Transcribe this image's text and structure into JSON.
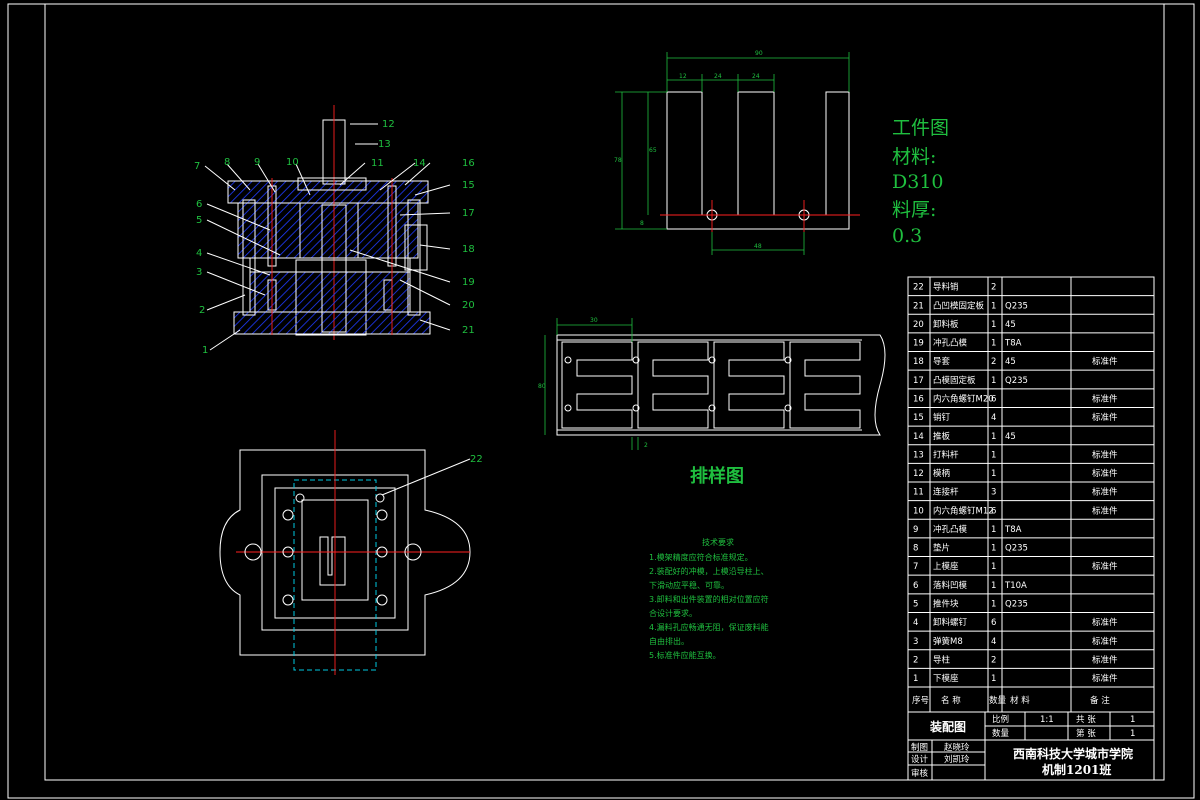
{
  "workpiece": {
    "title_lines": [
      "工件图",
      "材料:",
      "D310",
      "料厚:",
      "0.3"
    ],
    "dims": {
      "overall": "90",
      "d12": "12",
      "d24a": "24",
      "d24b": "24",
      "height": "78",
      "inner": "65",
      "hole_spacing": "48",
      "small": "8"
    }
  },
  "layout_view": {
    "title": "排样图",
    "dims": {
      "pitch": "30",
      "width": "80",
      "gap": "2"
    }
  },
  "tech_requirements": {
    "title": "技术要求",
    "lines": [
      "1.模架精度应符合标准规定。",
      "2.装配好的冲模，上模沿导柱上、",
      "下滑动应平稳、可靠。",
      "3.卸料和出件装置的相对位置应符",
      "合设计要求。",
      "4.漏料孔应畅通无阻，保证废料能",
      "自由排出。",
      "5.标准件应能互换。"
    ]
  },
  "part_callouts": {
    "left": [
      "7",
      "8",
      "9",
      "10",
      "11",
      "14",
      "6",
      "5",
      "4",
      "3",
      "2",
      "1"
    ],
    "right": [
      "12",
      "13",
      "16",
      "15",
      "17",
      "18",
      "19",
      "20",
      "21"
    ],
    "plan": [
      "22"
    ]
  },
  "bom": {
    "rows": [
      {
        "no": "22",
        "name": "导料销",
        "qty": "2",
        "material": "",
        "note": ""
      },
      {
        "no": "21",
        "name": "凸凹模固定板",
        "qty": "1",
        "material": "Q235",
        "note": ""
      },
      {
        "no": "20",
        "name": "卸料板",
        "qty": "1",
        "material": "45",
        "note": ""
      },
      {
        "no": "19",
        "name": "冲孔凸模",
        "qty": "1",
        "material": "T8A",
        "note": ""
      },
      {
        "no": "18",
        "name": "导套",
        "qty": "2",
        "material": "45",
        "note": "标准件"
      },
      {
        "no": "17",
        "name": "凸模固定板",
        "qty": "1",
        "material": "Q235",
        "note": ""
      },
      {
        "no": "16",
        "name": "内六角螺钉M20",
        "qty": "6",
        "material": "",
        "note": "标准件"
      },
      {
        "no": "15",
        "name": "销钉",
        "qty": "4",
        "material": "",
        "note": "标准件"
      },
      {
        "no": "14",
        "name": "推板",
        "qty": "1",
        "material": "45",
        "note": ""
      },
      {
        "no": "13",
        "name": "打料杆",
        "qty": "1",
        "material": "",
        "note": "标准件"
      },
      {
        "no": "12",
        "name": "模柄",
        "qty": "1",
        "material": "",
        "note": "标准件"
      },
      {
        "no": "11",
        "name": "连接杆",
        "qty": "3",
        "material": "",
        "note": "标准件"
      },
      {
        "no": "10",
        "name": "内六角螺钉M12",
        "qty": "6",
        "material": "",
        "note": "标准件"
      },
      {
        "no": "9",
        "name": "冲孔凸模",
        "qty": "1",
        "material": "T8A",
        "note": ""
      },
      {
        "no": "8",
        "name": "垫片",
        "qty": "1",
        "material": "Q235",
        "note": ""
      },
      {
        "no": "7",
        "name": "上模座",
        "qty": "1",
        "material": "",
        "note": "标准件"
      },
      {
        "no": "6",
        "name": "落料凹模",
        "qty": "1",
        "material": "T10A",
        "note": ""
      },
      {
        "no": "5",
        "name": "推件块",
        "qty": "1",
        "material": "Q235",
        "note": ""
      },
      {
        "no": "4",
        "name": "卸料螺钉",
        "qty": "6",
        "material": "",
        "note": "标准件"
      },
      {
        "no": "3",
        "name": "弹簧M8",
        "qty": "4",
        "material": "",
        "note": "标准件"
      },
      {
        "no": "2",
        "name": "导柱",
        "qty": "2",
        "material": "",
        "note": "标准件"
      },
      {
        "no": "1",
        "name": "下模座",
        "qty": "1",
        "material": "",
        "note": "标准件"
      }
    ],
    "header": {
      "no": "序号",
      "name": "名 称",
      "qty": "数量",
      "material": "材 料",
      "note": "备 注"
    }
  },
  "title_block": {
    "drawing_name": "装配图",
    "scale_label": "比例",
    "scale": "1:1",
    "qty_label": "数量",
    "sheets_label": "共 张",
    "sheets": "1",
    "sheet_no_label": "第 张",
    "sheet_no": "1",
    "drawn_label": "制图",
    "drawn_by": "赵晓玲",
    "design_label": "设计",
    "design_by": "刘凯玲",
    "check_label": "审核",
    "school": "西南科技大学城市学院",
    "class": "机制1201班"
  },
  "colors": {
    "outline": "#ffffff",
    "dimension": "#1fbf3f",
    "centerline": "#ff2020",
    "section": "#1f3cff",
    "strip": "#00c8e0"
  }
}
